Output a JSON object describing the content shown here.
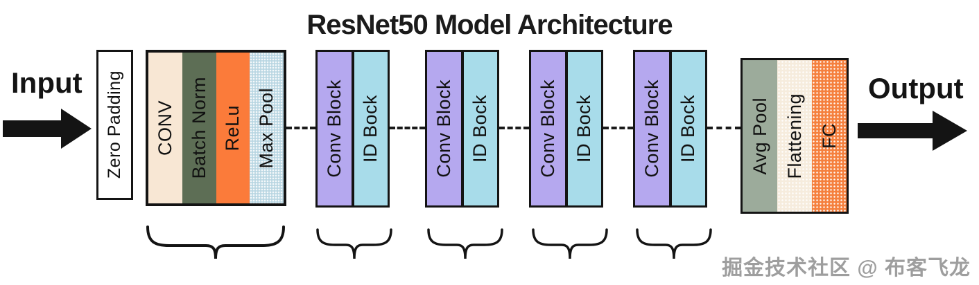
{
  "diagram": {
    "title": "ResNet50 Model Architecture",
    "input_label": "Input",
    "output_label": "Output",
    "zero_padding_label": "Zero Padding",
    "blocks": [
      {
        "name": "stem",
        "layers": [
          {
            "label": "CONV",
            "color": "#f8e7d4"
          },
          {
            "label": "Batch Norm",
            "color": "#5d6e55"
          },
          {
            "label": "ReLu",
            "color": "#fb7b3a"
          },
          {
            "label": "Max Pool",
            "color": "#b9d6e2"
          }
        ]
      },
      {
        "name": "stage-1",
        "layers": [
          {
            "label": "Conv Block",
            "color": "#b5a8ef"
          },
          {
            "label": "ID Bock",
            "color": "#a8dcea"
          }
        ]
      },
      {
        "name": "stage-2",
        "layers": [
          {
            "label": "Conv Block",
            "color": "#b5a8ef"
          },
          {
            "label": "ID Bock",
            "color": "#a8dcea"
          }
        ]
      },
      {
        "name": "stage-3",
        "layers": [
          {
            "label": "Conv Block",
            "color": "#b5a8ef"
          },
          {
            "label": "ID Bock",
            "color": "#a8dcea"
          }
        ]
      },
      {
        "name": "stage-4",
        "layers": [
          {
            "label": "Conv Block",
            "color": "#b5a8ef"
          },
          {
            "label": "ID Bock",
            "color": "#a8dcea"
          }
        ]
      },
      {
        "name": "head",
        "layers": [
          {
            "label": "Avg Pool",
            "color": "#9cab9b"
          },
          {
            "label": "Flattening",
            "color": "#f6ecdd"
          },
          {
            "label": "FC",
            "color": "#f5803e"
          }
        ]
      }
    ],
    "arrow_color": "#141414",
    "watermark": "掘金技术社区 @ 布客飞龙"
  }
}
